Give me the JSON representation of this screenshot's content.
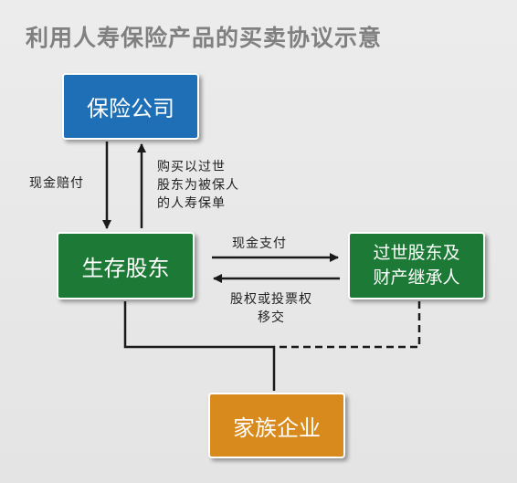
{
  "title": "利用人寿保险产品的买卖协议示意",
  "colors": {
    "insurer_box": "#1f6fb6",
    "stakeholder_box": "#1d7a36",
    "family_box": "#d98a1c",
    "title": "#808080",
    "line": "#1a1a1a"
  },
  "nodes": {
    "insurer": "保险公司",
    "living_shareholders": "生存股东",
    "deceased_heirs": "过世股东及\n财产继承人",
    "family_business": "家族企业"
  },
  "edges": {
    "cash_compensation": "现金赔付",
    "buy_policy": "购买以过世\n股东为被保人\n的人寿保单",
    "cash_payment": "现金支付",
    "equity_transfer": "股权或投票权\n移交"
  }
}
